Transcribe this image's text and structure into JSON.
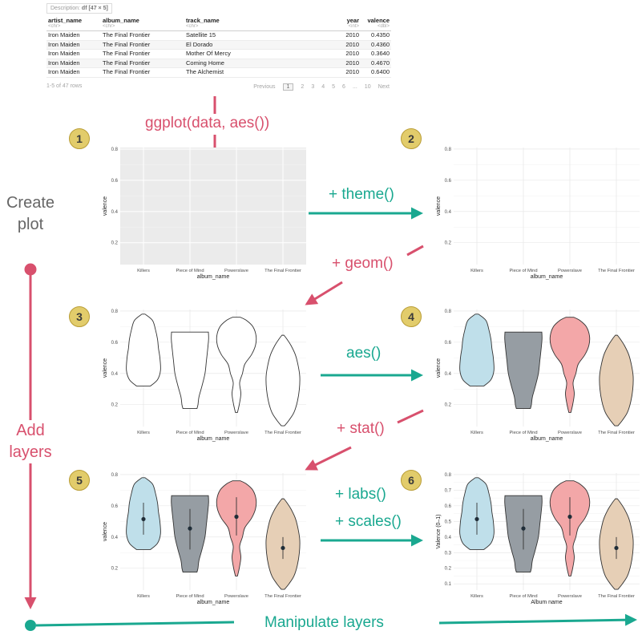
{
  "data_frame": {
    "description_label": "Description:",
    "description_value": "df [47 × 5]",
    "columns": [
      {
        "name": "artist_name",
        "type": "<chr>",
        "numeric": false
      },
      {
        "name": "album_name",
        "type": "<chr>",
        "numeric": false
      },
      {
        "name": "track_name",
        "type": "<chr>",
        "numeric": false
      },
      {
        "name": "year",
        "type": "<int>",
        "numeric": true
      },
      {
        "name": "valence",
        "type": "<dbl>",
        "numeric": true
      }
    ],
    "rows": [
      [
        "Iron Maiden",
        "The Final Frontier",
        "Satellite 15",
        "2010",
        "0.4350"
      ],
      [
        "Iron Maiden",
        "The Final Frontier",
        "El Dorado",
        "2010",
        "0.4360"
      ],
      [
        "Iron Maiden",
        "The Final Frontier",
        "Mother Of Mercy",
        "2010",
        "0.3640"
      ],
      [
        "Iron Maiden",
        "The Final Frontier",
        "Coming Home",
        "2010",
        "0.4670"
      ],
      [
        "Iron Maiden",
        "The Final Frontier",
        "The Alchemist",
        "2010",
        "0.6400"
      ]
    ],
    "row_summary": "1-5 of 47 rows",
    "pager": {
      "previous": "Previous",
      "current": "1",
      "pages": [
        "2",
        "3",
        "4",
        "5",
        "6",
        "...",
        "10"
      ],
      "next": "Next"
    }
  },
  "labels": {
    "create_plot": "Create\nplot",
    "add_layers": "Add\nlayers",
    "manipulate_layers": "Manipulate layers",
    "ggplot_call": "ggplot(data, aes())",
    "theme_call": "+ theme()",
    "geom_call": "+ geom()",
    "aes_call": "aes()",
    "stat_call": "+ stat()",
    "labs_call": "+ labs()",
    "scales_call": "+ scales()"
  },
  "steps": [
    "1",
    "2",
    "3",
    "4",
    "5",
    "6"
  ],
  "colors": {
    "pink": "#d8506d",
    "teal": "#1aa890",
    "badge": "#e2cc6b",
    "panel_grey": "#ebebeb",
    "killers": "#bfdfea",
    "piece_of_mind": "#969da3",
    "powerslave": "#f3a7a8",
    "final_frontier": "#e6cfb6"
  },
  "chart_data": [
    {
      "id": "1",
      "type": "violin",
      "panel": "grey",
      "layers": "none",
      "categories": [
        "Killers",
        "Piece of Mind",
        "Powerslave",
        "The Final Frontier"
      ],
      "xlabel": "album_name",
      "ylabel": "valence",
      "yticks": [
        "0.2",
        "0.4",
        "0.6",
        "0.8"
      ],
      "ylim": [
        0.06,
        0.81
      ]
    },
    {
      "id": "2",
      "type": "violin",
      "panel": "minimal",
      "layers": "none",
      "categories": [
        "Killers",
        "Piece of Mind",
        "Powerslave",
        "The Final Frontier"
      ],
      "xlabel": "album_name",
      "ylabel": "valence",
      "yticks": [
        "0.2",
        "0.4",
        "0.6",
        "0.8"
      ],
      "ylim": [
        0.06,
        0.81
      ]
    },
    {
      "id": "3",
      "type": "violin",
      "panel": "minimal",
      "layers": "violin",
      "fill": false,
      "categories": [
        "Killers",
        "Piece of Mind",
        "Powerslave",
        "The Final Frontier"
      ],
      "xlabel": "album_name",
      "ylabel": "valence",
      "yticks": [
        "0.2",
        "0.4",
        "0.6",
        "0.8"
      ],
      "ylim": [
        0.06,
        0.81
      ]
    },
    {
      "id": "4",
      "type": "violin",
      "panel": "minimal",
      "layers": "violin",
      "fill": true,
      "categories": [
        "Killers",
        "Piece of Mind",
        "Powerslave",
        "The Final Frontier"
      ],
      "xlabel": "album_name",
      "ylabel": "valence",
      "yticks": [
        "0.2",
        "0.4",
        "0.6",
        "0.8"
      ],
      "ylim": [
        0.06,
        0.81
      ]
    },
    {
      "id": "5",
      "type": "violin",
      "panel": "minimal",
      "layers": "violin+stat",
      "fill": true,
      "categories": [
        "Killers",
        "Piece of Mind",
        "Powerslave",
        "The Final Frontier"
      ],
      "xlabel": "album_name",
      "ylabel": "valence",
      "yticks": [
        "0.2",
        "0.4",
        "0.6",
        "0.8"
      ],
      "ylim": [
        0.06,
        0.81
      ]
    },
    {
      "id": "6",
      "type": "violin",
      "panel": "minimal",
      "layers": "violin+stat",
      "fill": true,
      "categories": [
        "Killers",
        "Piece of Mind",
        "Powerslave",
        "The Final Frontier"
      ],
      "xlabel": "Album name",
      "ylabel": "Valence (0–1)",
      "yticks": [
        "0.1",
        "0.2",
        "0.3",
        "0.4",
        "0.5",
        "0.6",
        "0.7",
        "0.8"
      ],
      "ylim": [
        0.06,
        0.81
      ]
    }
  ],
  "violins": [
    {
      "album": "Killers",
      "ymin": 0.32,
      "ymax": 0.78,
      "profile": [
        [
          0.32,
          0.35
        ],
        [
          0.36,
          0.7
        ],
        [
          0.42,
          0.85
        ],
        [
          0.5,
          0.82
        ],
        [
          0.56,
          0.75
        ],
        [
          0.62,
          0.7
        ],
        [
          0.68,
          0.6
        ],
        [
          0.74,
          0.45
        ],
        [
          0.78,
          0.08
        ]
      ],
      "mean": 0.515,
      "lo": 0.415,
      "hi": 0.62
    },
    {
      "album": "Piece of Mind",
      "ymin": 0.175,
      "ymax": 0.67,
      "profile": [
        [
          0.175,
          0.35
        ],
        [
          0.2,
          0.4
        ],
        [
          0.25,
          0.45
        ],
        [
          0.32,
          0.6
        ],
        [
          0.4,
          0.75
        ],
        [
          0.48,
          0.82
        ],
        [
          0.55,
          0.88
        ],
        [
          0.62,
          0.93
        ],
        [
          0.665,
          0.92
        ]
      ],
      "mean": 0.455,
      "lo": 0.32,
      "hi": 0.58
    },
    {
      "album": "Powerslave",
      "ymin": 0.15,
      "ymax": 0.76,
      "profile": [
        [
          0.15,
          0.05
        ],
        [
          0.2,
          0.14
        ],
        [
          0.27,
          0.22
        ],
        [
          0.34,
          0.16
        ],
        [
          0.4,
          0.3
        ],
        [
          0.46,
          0.42
        ],
        [
          0.52,
          0.75
        ],
        [
          0.58,
          0.95
        ],
        [
          0.64,
          0.98
        ],
        [
          0.7,
          0.82
        ],
        [
          0.74,
          0.5
        ],
        [
          0.76,
          0.2
        ]
      ],
      "mean": 0.53,
      "lo": 0.41,
      "hi": 0.655
    },
    {
      "album": "The Final Frontier",
      "ymin": 0.065,
      "ymax": 0.645,
      "profile": [
        [
          0.065,
          0.08
        ],
        [
          0.1,
          0.3
        ],
        [
          0.15,
          0.55
        ],
        [
          0.22,
          0.72
        ],
        [
          0.3,
          0.82
        ],
        [
          0.38,
          0.84
        ],
        [
          0.45,
          0.76
        ],
        [
          0.52,
          0.62
        ],
        [
          0.58,
          0.4
        ],
        [
          0.62,
          0.2
        ],
        [
          0.645,
          0.05
        ]
      ],
      "mean": 0.33,
      "lo": 0.26,
      "hi": 0.4
    }
  ]
}
